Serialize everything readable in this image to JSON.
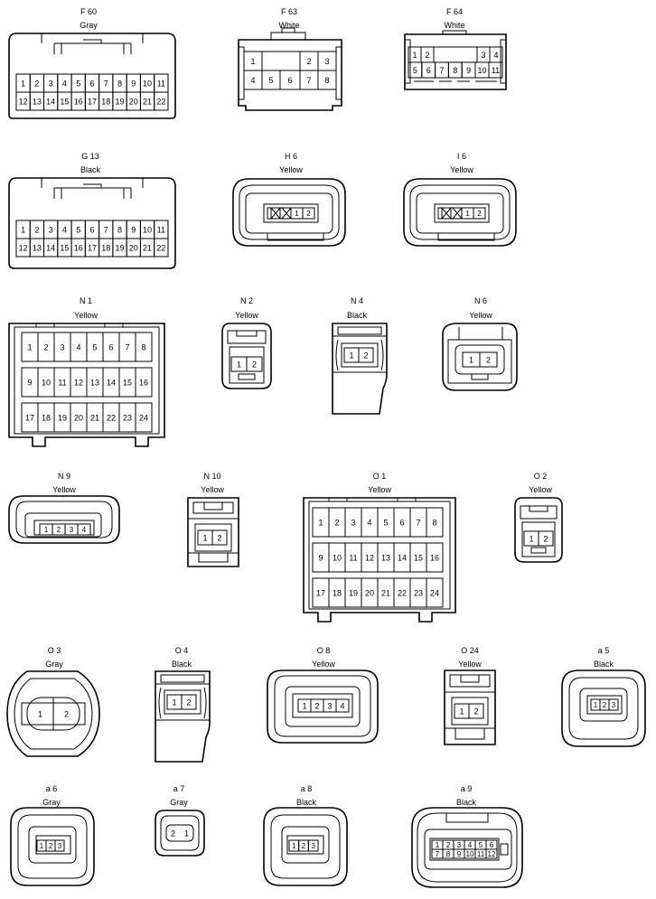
{
  "connectors": {
    "F60": {
      "id": "F 60",
      "color": "Gray"
    },
    "F63": {
      "id": "F 63",
      "color": "White"
    },
    "F64": {
      "id": "F 64",
      "color": "White"
    },
    "G13": {
      "id": "G 13",
      "color": "Black"
    },
    "H6": {
      "id": "H 6",
      "color": "Yellow"
    },
    "I6": {
      "id": "I 6",
      "color": "Yellow"
    },
    "N1": {
      "id": "N 1",
      "color": "Yellow"
    },
    "N2": {
      "id": "N 2",
      "color": "Yellow"
    },
    "N4": {
      "id": "N 4",
      "color": "Black"
    },
    "N6": {
      "id": "N 6",
      "color": "Yellow"
    },
    "N9": {
      "id": "N 9",
      "color": "Yellow"
    },
    "N10": {
      "id": "N 10",
      "color": "Yellow"
    },
    "O1": {
      "id": "O 1",
      "color": "Yellow"
    },
    "O2": {
      "id": "O 2",
      "color": "Yellow"
    },
    "O3": {
      "id": "O 3",
      "color": "Gray"
    },
    "O4": {
      "id": "O 4",
      "color": "Black"
    },
    "O8": {
      "id": "O 8",
      "color": "Yellow"
    },
    "O24": {
      "id": "O 24",
      "color": "Yellow"
    },
    "a5": {
      "id": "a 5",
      "color": "Black"
    },
    "a6": {
      "id": "a 6",
      "color": "Gray"
    },
    "a7": {
      "id": "a 7",
      "color": "Gray"
    },
    "a8": {
      "id": "a 8",
      "color": "Black"
    },
    "a9": {
      "id": "a 9",
      "color": "Black"
    }
  },
  "pins": {
    "F60": [
      "1",
      "2",
      "3",
      "4",
      "5",
      "6",
      "7",
      "8",
      "9",
      "10",
      "11",
      "12",
      "13",
      "14",
      "15",
      "16",
      "17",
      "18",
      "19",
      "20",
      "21",
      "22"
    ],
    "F63": [
      "1",
      "2",
      "3",
      "4",
      "5",
      "6",
      "7",
      "8"
    ],
    "F64": [
      "1",
      "2",
      "3",
      "4",
      "5",
      "6",
      "7",
      "8",
      "9",
      "10",
      "11"
    ],
    "G13": [
      "1",
      "2",
      "3",
      "4",
      "5",
      "6",
      "7",
      "8",
      "9",
      "10",
      "11",
      "12",
      "13",
      "14",
      "15",
      "16",
      "17",
      "18",
      "19",
      "20",
      "21",
      "22"
    ],
    "H6": [
      "1",
      "2"
    ],
    "I6": [
      "1",
      "2"
    ],
    "N1": [
      "1",
      "2",
      "3",
      "4",
      "5",
      "6",
      "7",
      "8",
      "9",
      "10",
      "11",
      "12",
      "13",
      "14",
      "15",
      "16",
      "17",
      "18",
      "19",
      "20",
      "21",
      "22",
      "23",
      "24"
    ],
    "N2": [
      "1",
      "2"
    ],
    "N4": [
      "1",
      "2"
    ],
    "N6": [
      "1",
      "2"
    ],
    "N9": [
      "1",
      "2",
      "3",
      "4"
    ],
    "N10": [
      "1",
      "2"
    ],
    "O1": [
      "1",
      "2",
      "3",
      "4",
      "5",
      "6",
      "7",
      "8",
      "9",
      "10",
      "11",
      "12",
      "13",
      "14",
      "15",
      "16",
      "17",
      "18",
      "19",
      "20",
      "21",
      "22",
      "23",
      "24"
    ],
    "O2": [
      "1",
      "2"
    ],
    "O3": [
      "1",
      "2"
    ],
    "O4": [
      "1",
      "2"
    ],
    "O8": [
      "1",
      "2",
      "3",
      "4"
    ],
    "O24": [
      "1",
      "2"
    ],
    "a5": [
      "1",
      "2",
      "3"
    ],
    "a6": [
      "1",
      "2",
      "3"
    ],
    "a7": [
      "2",
      "1"
    ],
    "a8": [
      "1",
      "2",
      "3"
    ],
    "a9": [
      "1",
      "2",
      "3",
      "4",
      "5",
      "6",
      "7",
      "8",
      "9",
      "10",
      "11",
      "12"
    ]
  }
}
